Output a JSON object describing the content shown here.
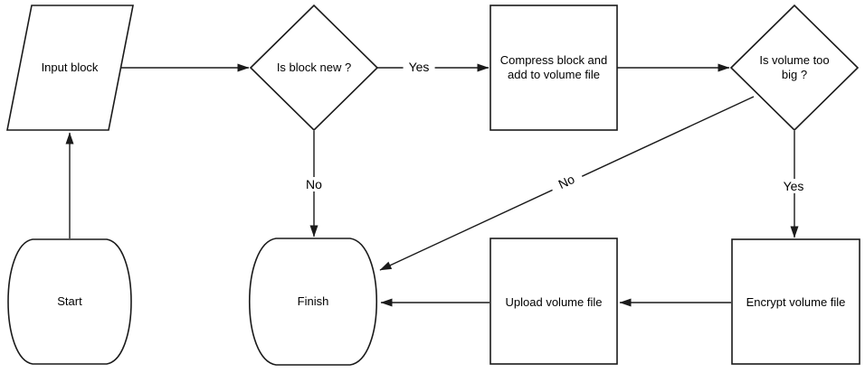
{
  "diagram": {
    "background_color": "#ffffff",
    "line_color": "#1a1a1a",
    "text_color": "#000000",
    "nodes": {
      "start": {
        "type": "terminator",
        "label": "Start"
      },
      "input_block": {
        "type": "data-input",
        "label": "Input block"
      },
      "is_block_new": {
        "type": "decision",
        "label": "Is block new ?"
      },
      "compress": {
        "type": "process",
        "label": "Compress block and add to volume file"
      },
      "is_volume_too_big": {
        "type": "decision",
        "label": "Is volume too big ?"
      },
      "encrypt": {
        "type": "process",
        "label": "Encrypt volume file"
      },
      "upload": {
        "type": "process",
        "label": "Upload volume file"
      },
      "finish": {
        "type": "terminator",
        "label": "Finish"
      }
    },
    "edges": [
      {
        "from": "start",
        "to": "input_block",
        "label": ""
      },
      {
        "from": "input_block",
        "to": "is_block_new",
        "label": ""
      },
      {
        "from": "is_block_new",
        "to": "compress",
        "label": "Yes"
      },
      {
        "from": "compress",
        "to": "is_volume_too_big",
        "label": ""
      },
      {
        "from": "is_block_new",
        "to": "finish",
        "label": "No"
      },
      {
        "from": "is_volume_too_big",
        "to": "encrypt",
        "label": "Yes"
      },
      {
        "from": "is_volume_too_big",
        "to": "finish",
        "label": "No"
      },
      {
        "from": "encrypt",
        "to": "upload",
        "label": ""
      },
      {
        "from": "upload",
        "to": "finish",
        "label": ""
      }
    ]
  }
}
